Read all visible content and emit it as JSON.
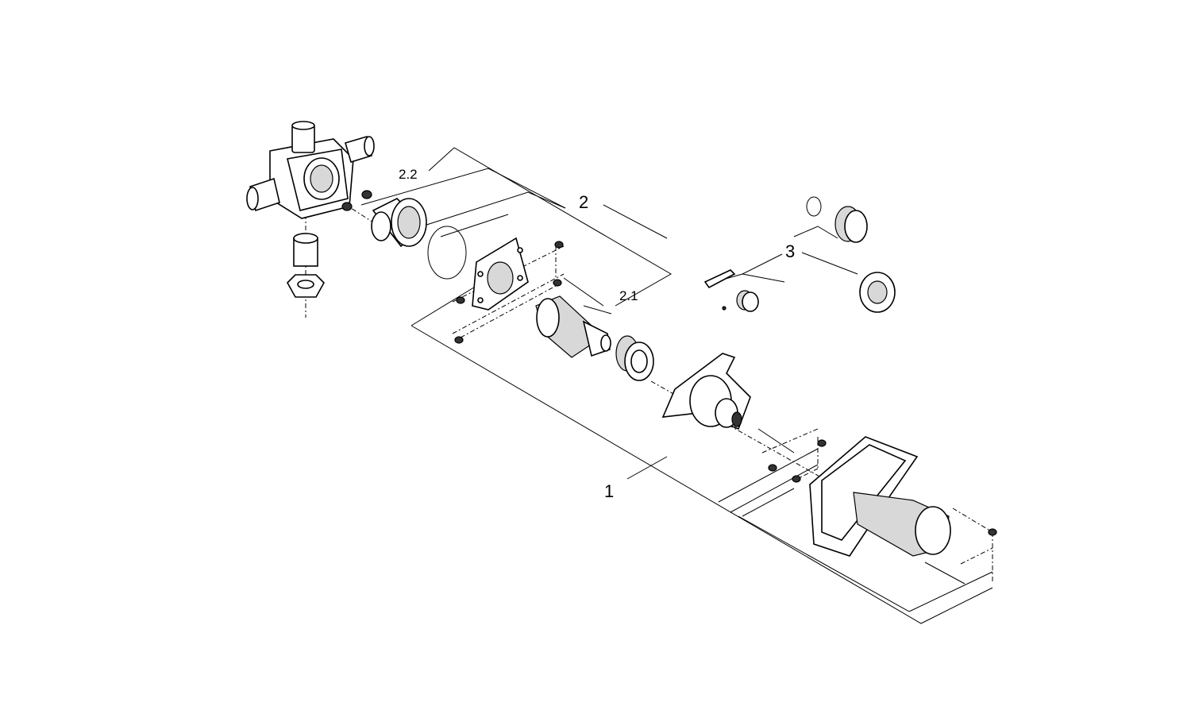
{
  "diagram": {
    "labels": {
      "item_1": "1",
      "item_2": "2",
      "item_2_1": "2.1",
      "item_2_2": "2.2",
      "item_3": "3"
    }
  }
}
